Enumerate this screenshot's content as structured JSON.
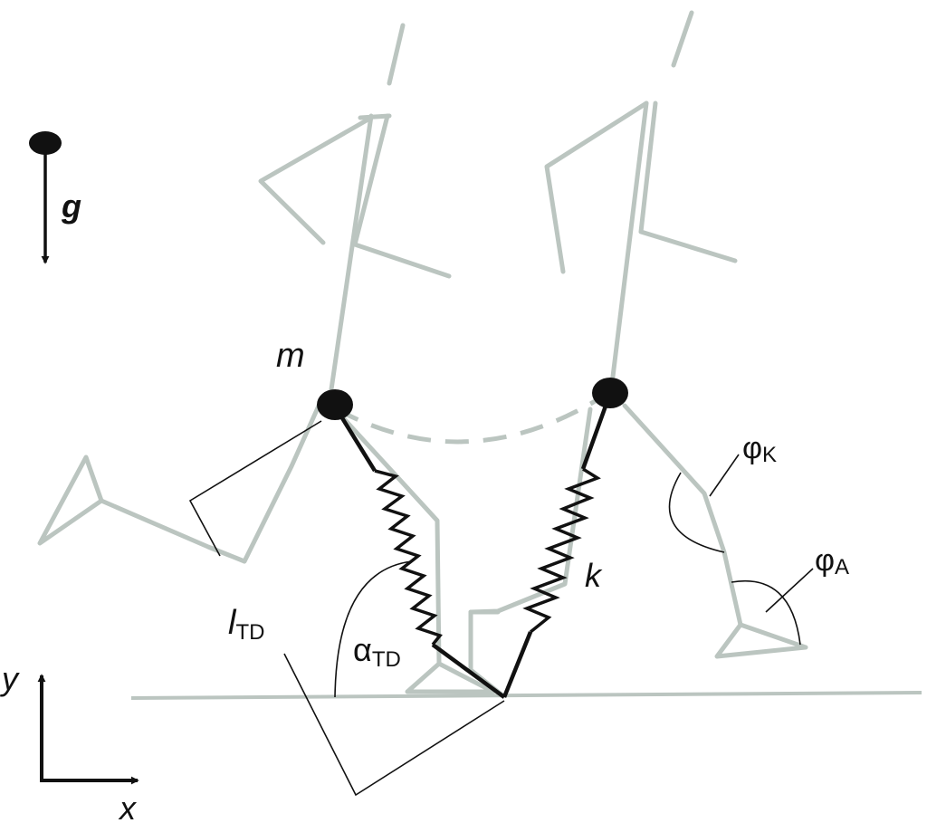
{
  "labels": {
    "gravity": "g",
    "mass": "m",
    "stiffness": "k",
    "leg_length": "l",
    "leg_length_sub": "TD",
    "angle_of_attack": "α",
    "angle_of_attack_sub": "TD",
    "knee_angle": "φ",
    "knee_angle_sub": "K",
    "ankle_angle": "φ",
    "ankle_angle_sub": "A",
    "axis_x": "x",
    "axis_y": "y"
  },
  "colors": {
    "skeleton": "#bbc5c0",
    "ink": "#111111"
  }
}
